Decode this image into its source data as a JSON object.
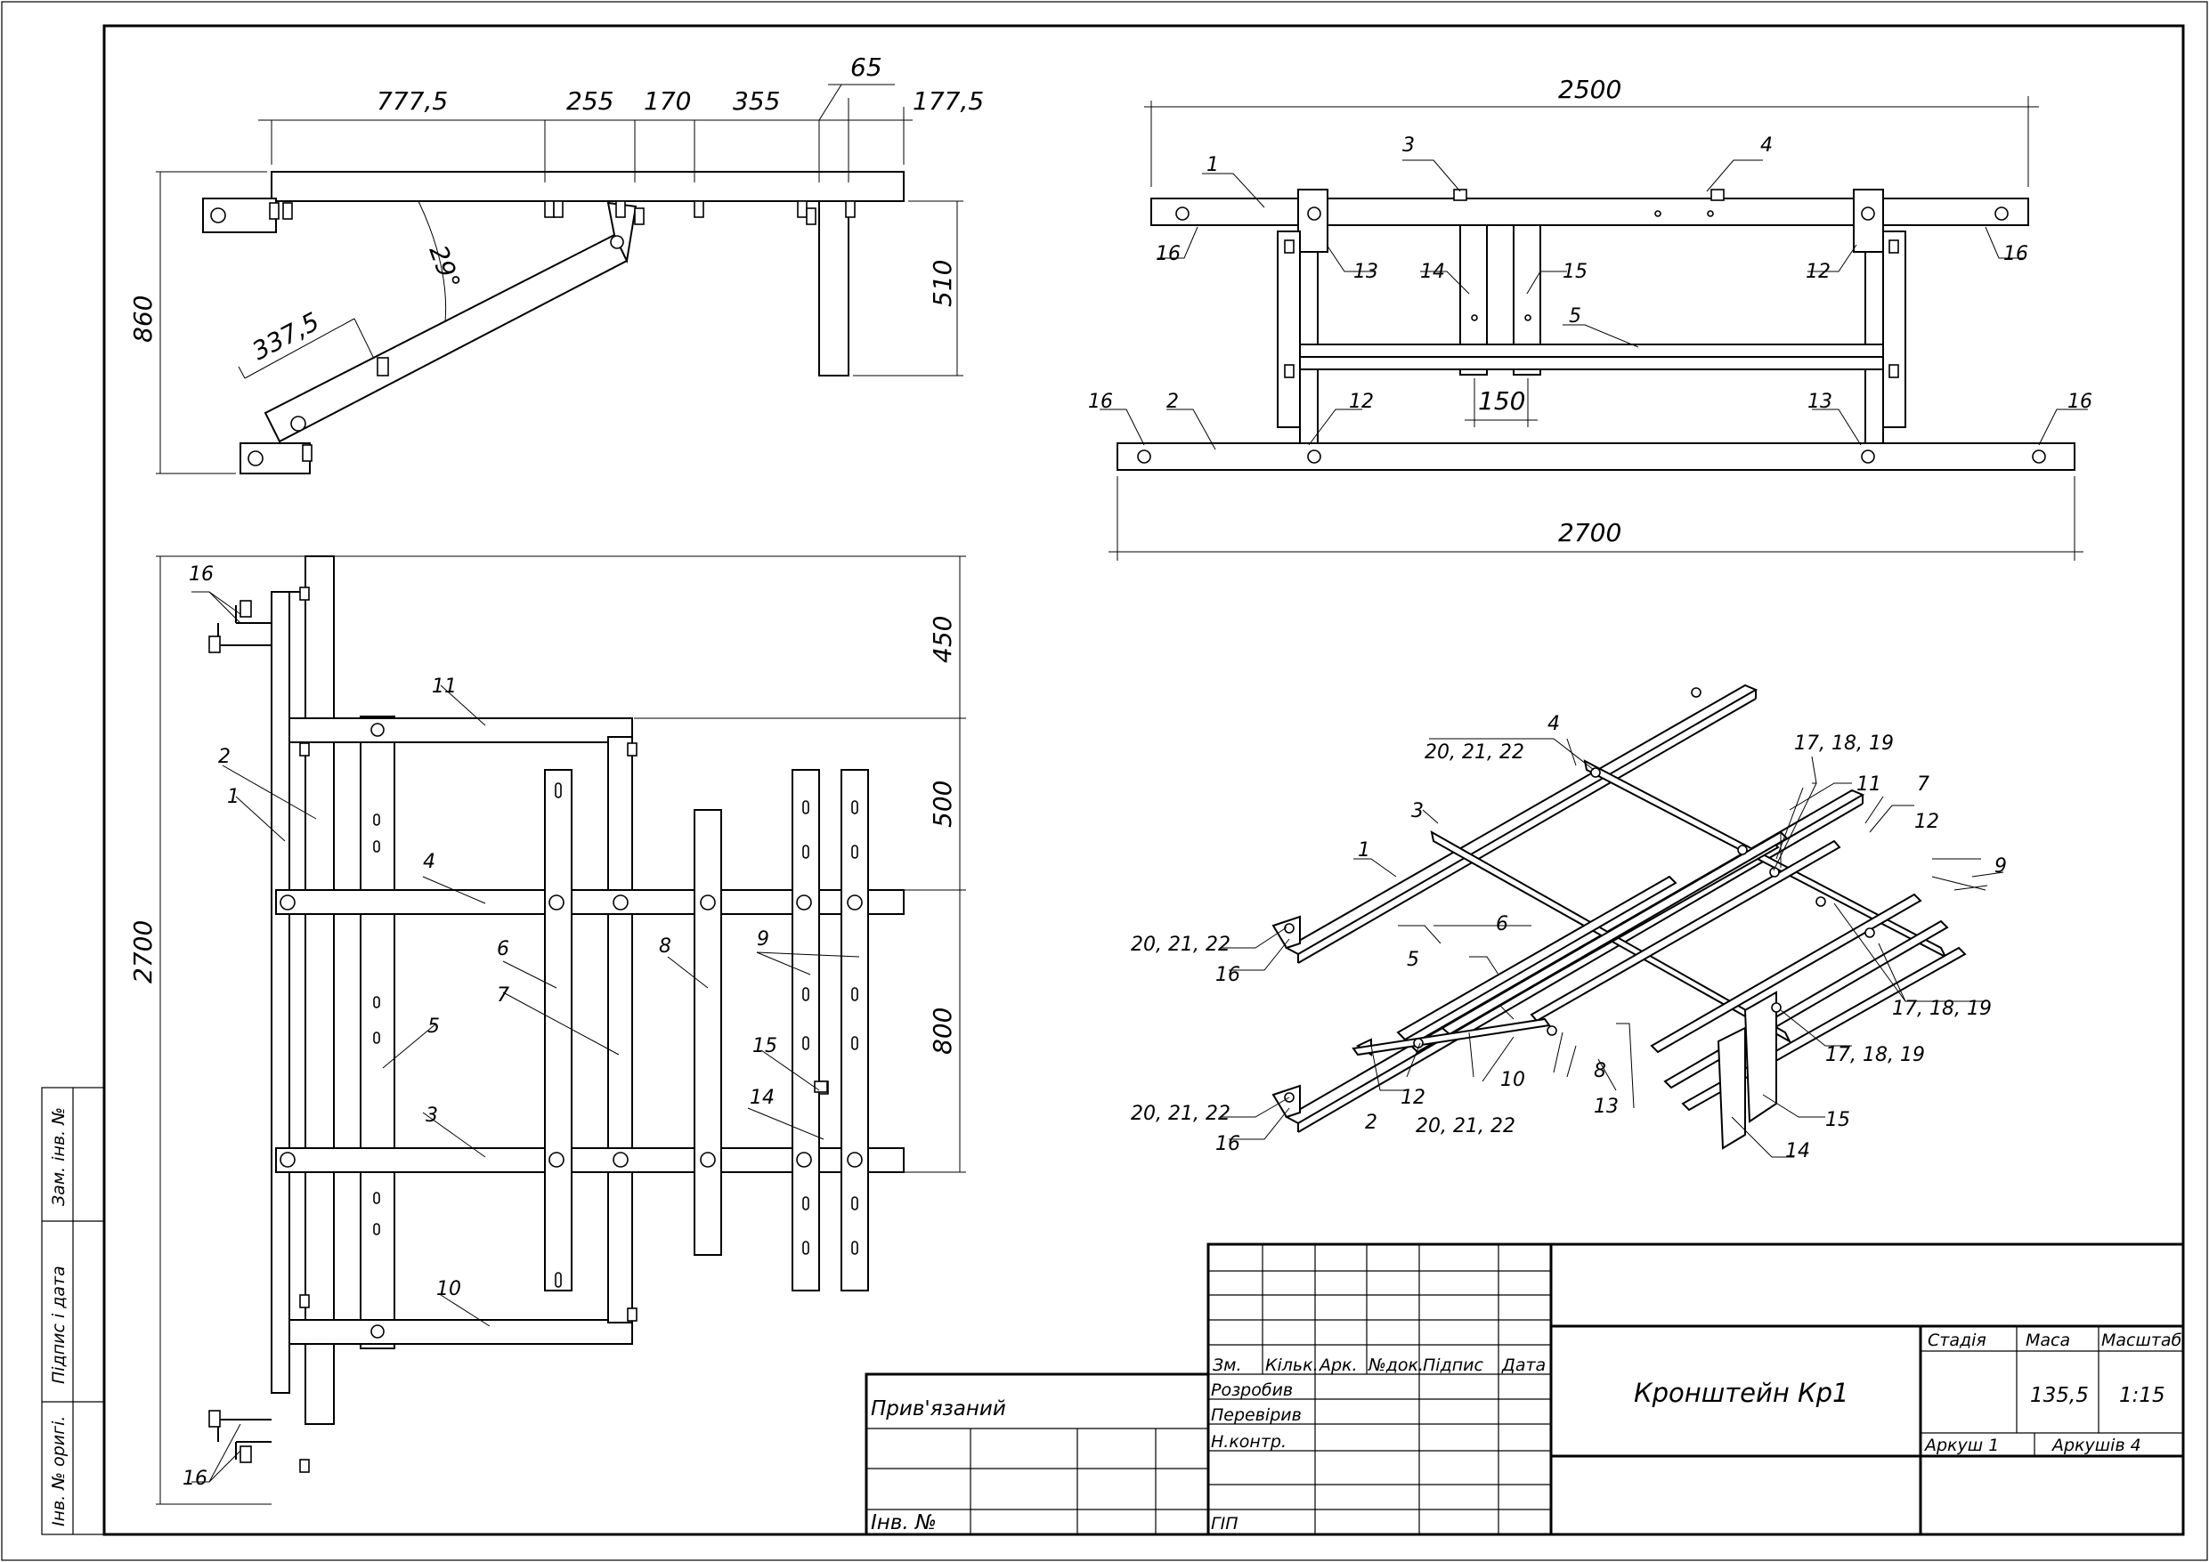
{
  "side_view": {
    "dims_top": [
      "777,5",
      "255",
      "170",
      "355",
      "65",
      "177,5"
    ],
    "dim_height": "860",
    "dim_right": "510",
    "dim_diag": "337,5",
    "angle": "29°"
  },
  "top_view": {
    "dim_top": "2500",
    "dim_bottom": "2700",
    "dim_gap": "150",
    "labels": {
      "p1": "1",
      "p2": "2",
      "p3": "3",
      "p4": "4",
      "p5": "5",
      "p12a": "12",
      "p12b": "12",
      "p13a": "13",
      "p13b": "13",
      "p14": "14",
      "p15": "15",
      "p16a": "16",
      "p16b": "16",
      "p16c": "16",
      "p16d": "16"
    }
  },
  "plan_view": {
    "dim_total": "2700",
    "dims_right": [
      "450",
      "500",
      "800"
    ],
    "labels": {
      "p1": "1",
      "p2": "2",
      "p3": "3",
      "p4": "4",
      "p5": "5",
      "p6": "6",
      "p7": "7",
      "p8": "8",
      "p9": "9",
      "p10": "10",
      "p11": "11",
      "p14": "14",
      "p15": "15",
      "p16a": "16",
      "p16b": "16"
    }
  },
  "iso_view": {
    "labels": {
      "p1": "1",
      "p2": "2",
      "p3": "3",
      "p4": "4",
      "p5": "5",
      "p6": "6",
      "p7": "7",
      "p8": "8",
      "p9": "9",
      "p10": "10",
      "p11": "11",
      "p12a": "12",
      "p12b": "12",
      "p13": "13",
      "p14": "14",
      "p15": "15",
      "p16a": "16",
      "p16b": "16",
      "fas1": "20, 21, 22",
      "fas2": "20, 21, 22",
      "fas3": "20, 21, 22",
      "fas4": "20, 21, 22",
      "nut1": "17, 18, 19",
      "nut2": "17, 18, 19",
      "nut3": "17, 18, 19"
    }
  },
  "side_stamp": {
    "inv_replace": "Зам. інв. №",
    "sign_date": "Підпис і дата",
    "inv_orig": "Інв. № оригі."
  },
  "title_block": {
    "col_headers": [
      "Зм.",
      "Кільк.",
      "Арк.",
      "№док.",
      "Підпис",
      "Дата"
    ],
    "roles": [
      "Розробив",
      "Перевірив",
      "Н.контр.",
      "ГІП"
    ],
    "linked": "Прив'язаний",
    "inv_no": "Інв. №",
    "title": "Кронштейн Кр1",
    "stage_hdr": "Стадія",
    "mass_hdr": "Маса",
    "scale_hdr": "Масштаб",
    "mass": "135,5",
    "scale": "1:15",
    "sheet": "Аркуш   1",
    "sheets": "Аркушів   4"
  }
}
